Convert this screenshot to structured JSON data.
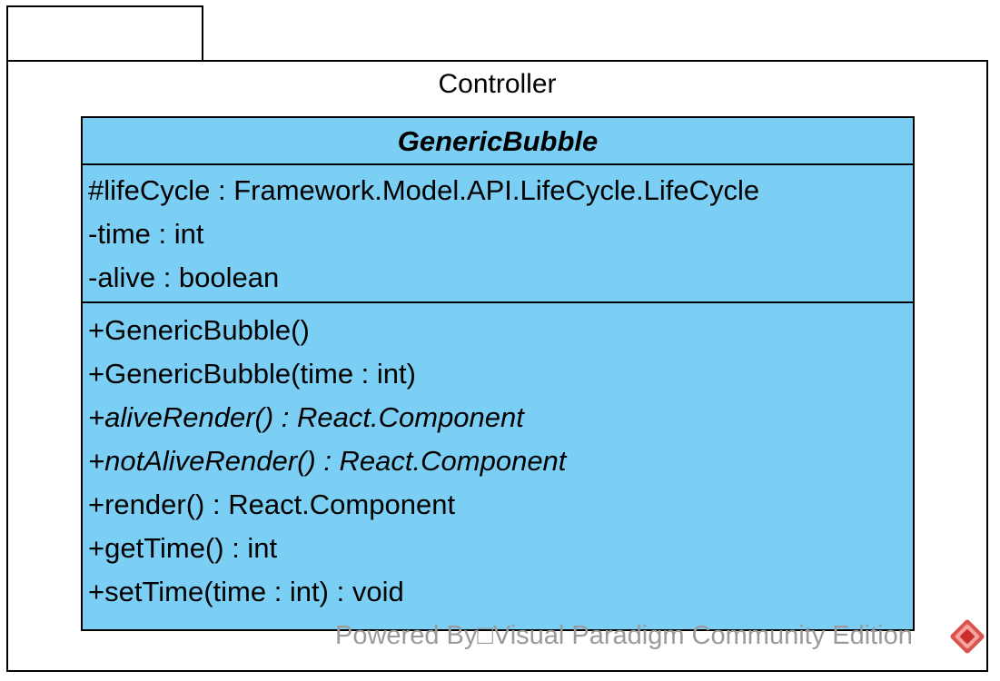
{
  "package": {
    "name": "Controller"
  },
  "class": {
    "name": "GenericBubble",
    "attributes": [
      {
        "text": "#lifeCycle : Framework.Model.API.LifeCycle.LifeCycle",
        "abstract": false
      },
      {
        "text": "-time : int",
        "abstract": false
      },
      {
        "text": "-alive : boolean",
        "abstract": false
      }
    ],
    "operations": [
      {
        "text": "+GenericBubble()",
        "abstract": false
      },
      {
        "text": "+GenericBubble(time : int)",
        "abstract": false
      },
      {
        "text": "+aliveRender() : React.Component",
        "abstract": true
      },
      {
        "text": "+notAliveRender() : React.Component",
        "abstract": true
      },
      {
        "text": "+render() : React.Component",
        "abstract": false
      },
      {
        "text": "+getTime() : int",
        "abstract": false
      },
      {
        "text": "+setTime(time : int) : void",
        "abstract": false
      }
    ]
  },
  "watermark": {
    "text": "Powered By□Visual Paradigm Community Edition",
    "logo_icon": "visual-paradigm-logo-icon"
  },
  "colors": {
    "class_fill": "#7ccff4",
    "border": "#000000",
    "watermark_text": "#9a9a9a",
    "logo": "#d9534f"
  }
}
